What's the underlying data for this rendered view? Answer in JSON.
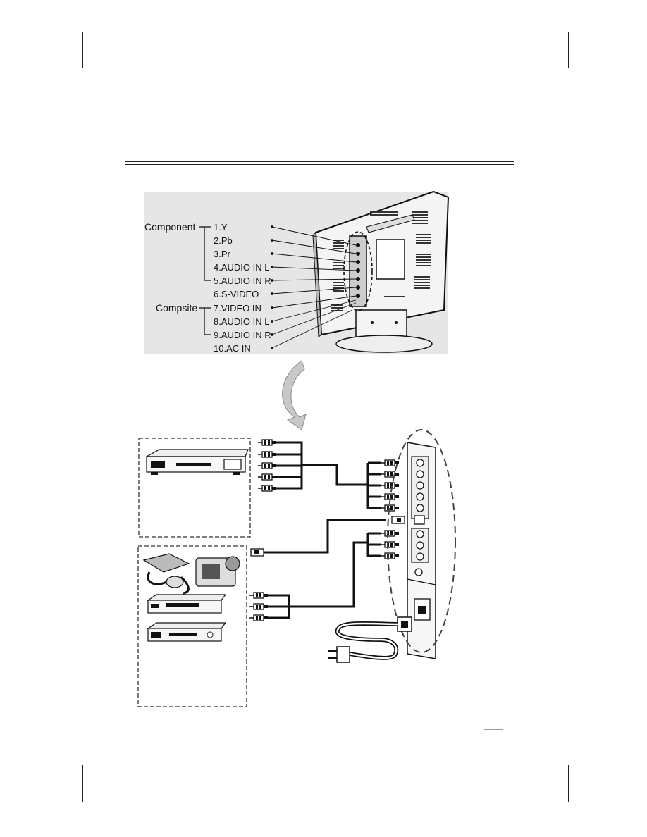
{
  "groups": {
    "component": "Component",
    "composite": "Compsite"
  },
  "ports": [
    "1.Y",
    "2.Pb",
    "3.Pr",
    "4.AUDIO IN L",
    "5.AUDIO IN R",
    "6.S-VIDEO",
    "7.VIDEO IN",
    "8.AUDIO IN L",
    "9.AUDIO IN R",
    "10.AC IN"
  ],
  "colors": {
    "ink": "#111111",
    "panel_bg": "#e6e6e6",
    "dashed": "#444444"
  }
}
